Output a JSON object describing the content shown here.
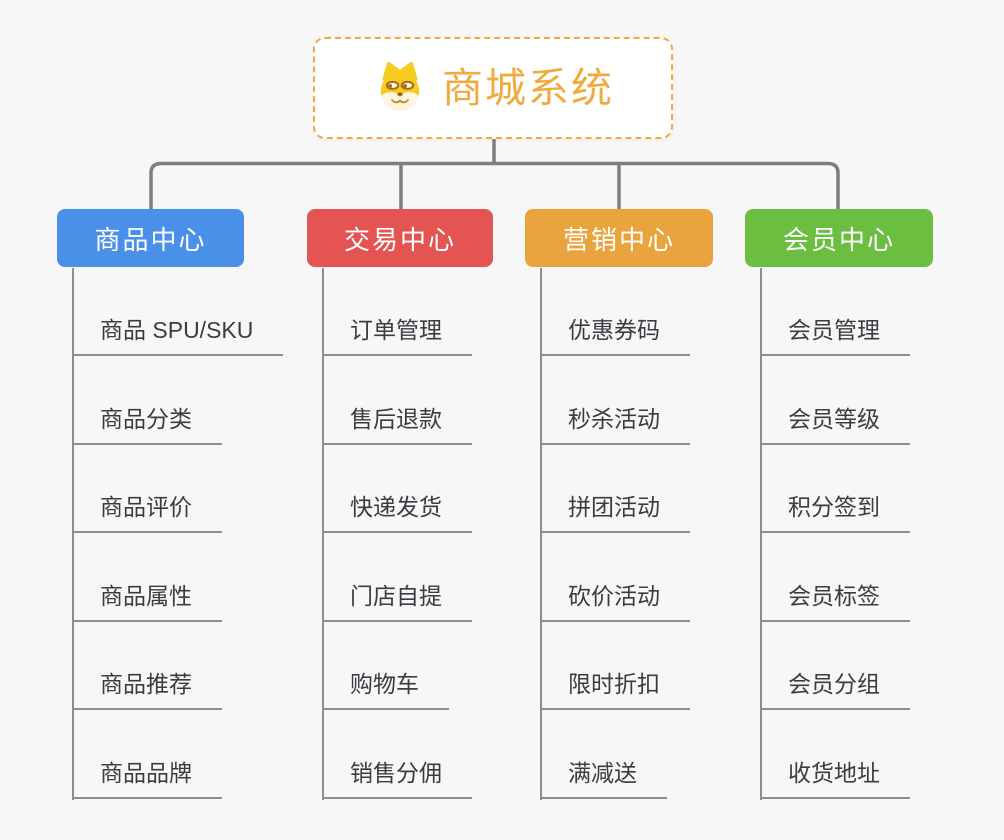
{
  "app": {
    "background_color": "#f7f7f7",
    "connector_color": "#7e7e7e",
    "sub_line_color": "#8e8e8e"
  },
  "root": {
    "title": "商城系统",
    "icon": "dog-face-icon",
    "border_color": "#f0aa3f",
    "title_color": "#f0aa3f"
  },
  "branches": [
    {
      "label": "商品中心",
      "color": "#4a90e9",
      "children": [
        "商品 SPU/SKU",
        "商品分类",
        "商品评价",
        "商品属性",
        "商品推荐",
        "商品品牌"
      ]
    },
    {
      "label": "交易中心",
      "color": "#e45452",
      "children": [
        "订单管理",
        "售后退款",
        "快递发货",
        "门店自提",
        "购物车",
        "销售分佣"
      ]
    },
    {
      "label": "营销中心",
      "color": "#e9a43e",
      "children": [
        "优惠券码",
        "秒杀活动",
        "拼团活动",
        "砍价活动",
        "限时折扣",
        "满减送"
      ]
    },
    {
      "label": "会员中心",
      "color": "#6bbe40",
      "children": [
        "会员管理",
        "会员等级",
        "积分签到",
        "会员标签",
        "会员分组",
        "收货地址"
      ]
    }
  ]
}
